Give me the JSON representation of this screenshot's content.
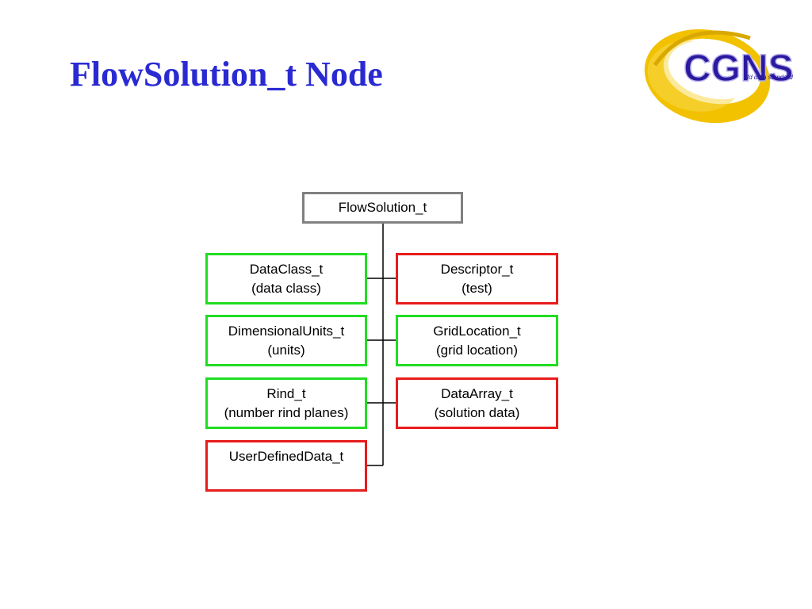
{
  "slide": {
    "title": "FlowSolution_t Node"
  },
  "logo": {
    "text": "CGNS",
    "tagline": "cfd data standard",
    "colors": {
      "ring": "#f2c200",
      "text": "#2a1aa0"
    }
  },
  "diagram": {
    "root": {
      "label": "FlowSolution_t"
    },
    "left_nodes": [
      {
        "name": "DataClass_t",
        "desc": "(data class)",
        "status": "optional"
      },
      {
        "name": "DimensionalUnits_t",
        "desc": "(units)",
        "status": "optional"
      },
      {
        "name": "Rind_t",
        "desc": "(number rind planes)",
        "status": "optional"
      },
      {
        "name": "UserDefinedData_t",
        "desc": "",
        "status": "required"
      }
    ],
    "right_nodes": [
      {
        "name": "Descriptor_t",
        "desc": "(test)",
        "status": "required"
      },
      {
        "name": "GridLocation_t",
        "desc": "(grid location)",
        "status": "optional"
      },
      {
        "name": "DataArray_t",
        "desc": "(solution data)",
        "status": "required"
      }
    ],
    "colors": {
      "optional_border": "#22dd22",
      "required_border": "#e81c1c",
      "root_border": "#808080",
      "connector": "#000000"
    }
  }
}
